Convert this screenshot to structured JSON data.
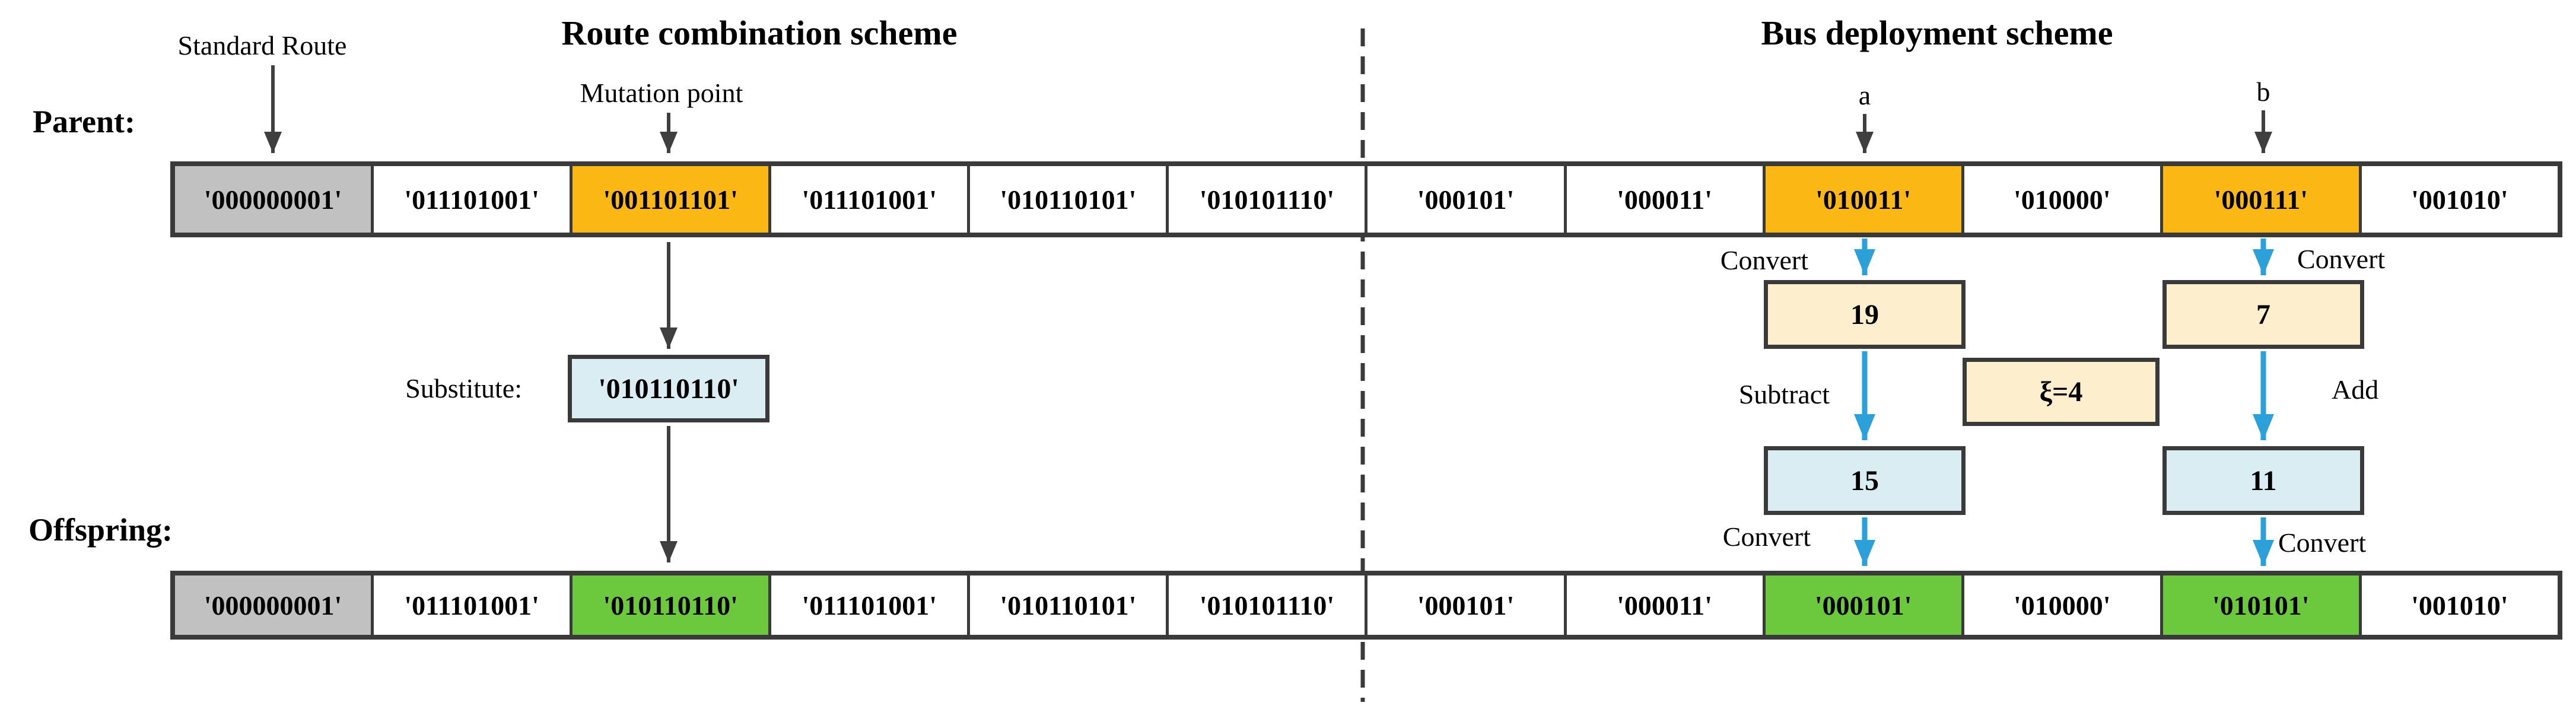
{
  "titles": {
    "left": "Route combination scheme",
    "right": "Bus deployment scheme"
  },
  "labels": {
    "parent": "Parent:",
    "offspring": "Offspring:",
    "standard_route": "Standard Route",
    "mutation_point": "Mutation point",
    "substitute": "Substitute:",
    "gene_a": "a",
    "gene_b": "b",
    "convert_a_down": "Convert",
    "convert_b_down": "Convert",
    "convert_a_up": "Convert",
    "convert_b_up": "Convert",
    "subtract": "Subtract",
    "add": "Add"
  },
  "flow_boxes": {
    "substitute_value": "'010110110'",
    "a_decoded": "19",
    "b_decoded": "7",
    "xi_value": "ξ=4",
    "a_result": "15",
    "b_result": "11"
  },
  "parent_row": {
    "cells": [
      {
        "text": "'000000001'",
        "color": "gray"
      },
      {
        "text": "'011101001'",
        "color": "white"
      },
      {
        "text": "'001101101'",
        "color": "orange"
      },
      {
        "text": "'011101001'",
        "color": "white"
      },
      {
        "text": "'010110101'",
        "color": "white"
      },
      {
        "text": "'010101110'",
        "color": "white"
      },
      {
        "text": "'000101'",
        "color": "white"
      },
      {
        "text": "'000011'",
        "color": "white"
      },
      {
        "text": "'010011'",
        "color": "orange"
      },
      {
        "text": "'010000'",
        "color": "white"
      },
      {
        "text": "'000111'",
        "color": "orange"
      },
      {
        "text": "'001010'",
        "color": "white"
      }
    ]
  },
  "offspring_row": {
    "cells": [
      {
        "text": "'000000001'",
        "color": "gray"
      },
      {
        "text": "'011101001'",
        "color": "white"
      },
      {
        "text": "'010110110'",
        "color": "green"
      },
      {
        "text": "'011101001'",
        "color": "white"
      },
      {
        "text": "'010110101'",
        "color": "white"
      },
      {
        "text": "'010101110'",
        "color": "white"
      },
      {
        "text": "'000101'",
        "color": "white"
      },
      {
        "text": "'000011'",
        "color": "white"
      },
      {
        "text": "'000101'",
        "color": "green"
      },
      {
        "text": "'010000'",
        "color": "white"
      },
      {
        "text": "'010101'",
        "color": "green"
      },
      {
        "text": "'001010'",
        "color": "white"
      }
    ]
  },
  "colors": {
    "border_dark": "#3a3a3a",
    "cell_gray": "#c1c1c1",
    "cell_orange": "#fbb713",
    "cell_green": "#6cc83c",
    "box_cream": "#fdefcd",
    "box_light_blue": "#d9edf3",
    "arrow_blue": "#2ca0d8",
    "arrow_dark": "#3f3f3f"
  }
}
